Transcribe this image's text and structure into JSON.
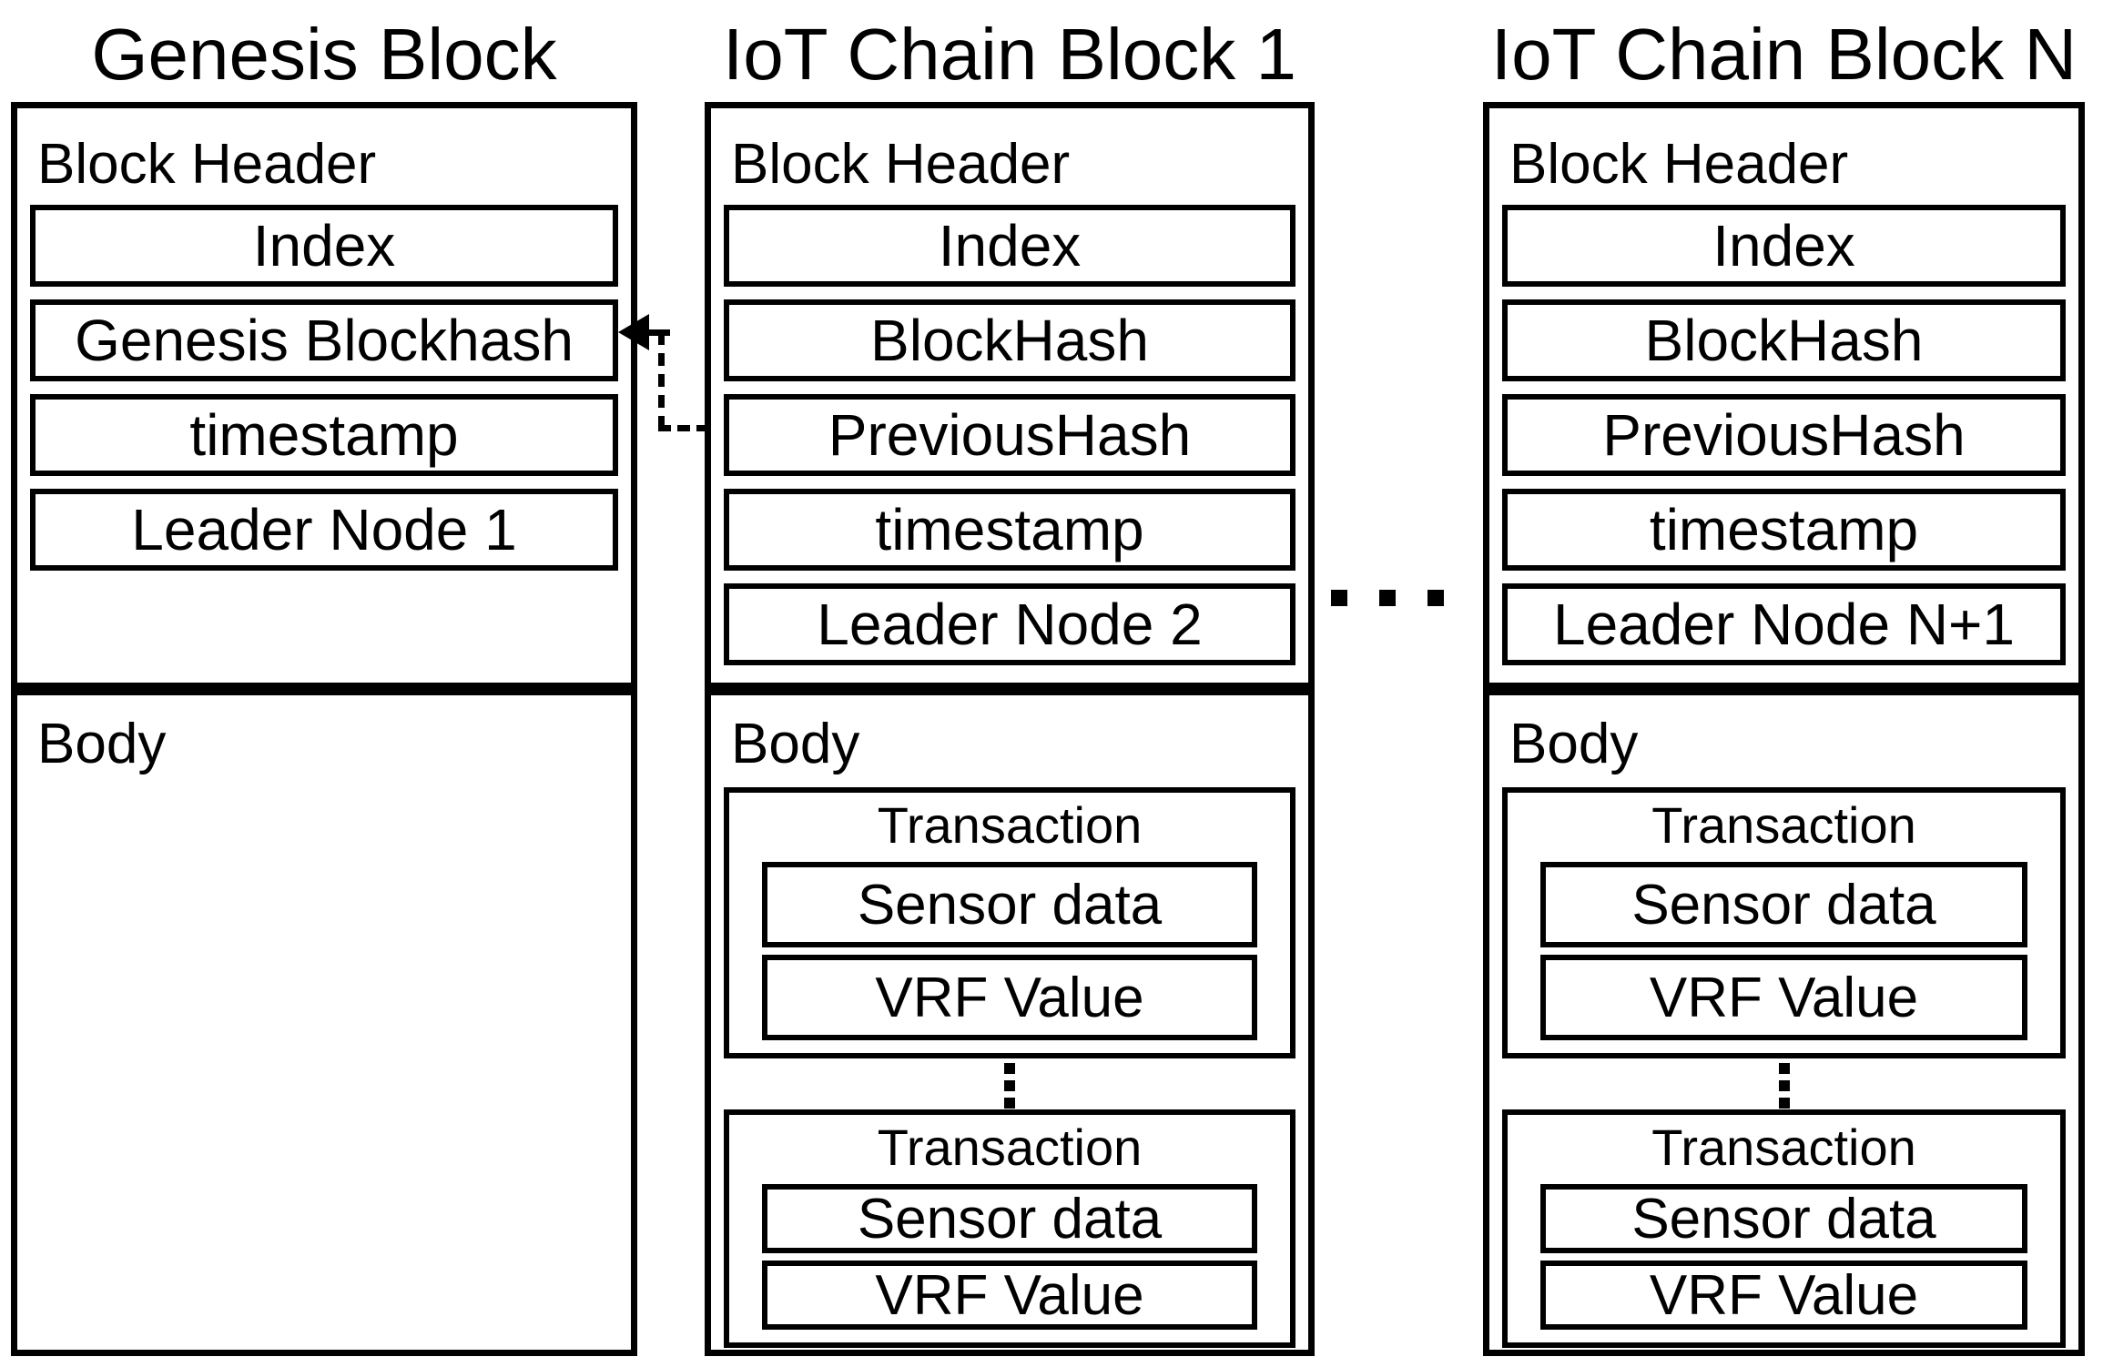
{
  "figure": {
    "colors": {
      "line": "#000000",
      "background": "#ffffff"
    },
    "blocks": [
      {
        "title": "Genesis Block",
        "header_label": "Block Header",
        "rows": [
          "Index",
          "Genesis Blockhash",
          "timestamp",
          "Leader Node 1"
        ],
        "body_label": "Body",
        "transactions": []
      },
      {
        "title": "IoT Chain Block 1",
        "header_label": "Block Header",
        "rows": [
          "Index",
          "BlockHash",
          "PreviousHash",
          "timestamp",
          "Leader Node 2"
        ],
        "body_label": "Body",
        "transactions": [
          {
            "label": "Transaction",
            "fields": [
              "Sensor data",
              "VRF Value"
            ]
          },
          {
            "label": "Transaction",
            "fields": [
              "Sensor data",
              "VRF Value"
            ]
          }
        ]
      },
      {
        "title": "IoT Chain Block N",
        "header_label": "Block Header",
        "rows": [
          "Index",
          "BlockHash",
          "PreviousHash",
          "timestamp",
          "Leader Node N+1"
        ],
        "body_label": "Body",
        "transactions": [
          {
            "label": "Transaction",
            "fields": [
              "Sensor data",
              "VRF Value"
            ]
          },
          {
            "label": "Transaction",
            "fields": [
              "Sensor data",
              "VRF Value"
            ]
          }
        ]
      }
    ]
  }
}
